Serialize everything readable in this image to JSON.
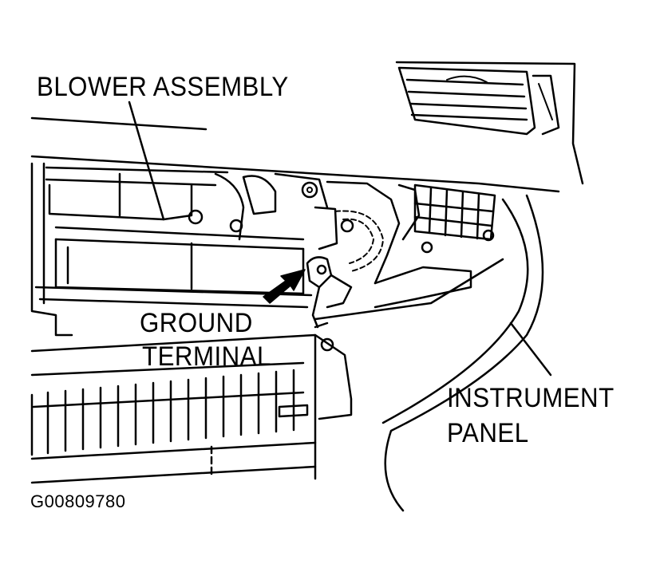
{
  "labels": {
    "blower_assembly": "BLOWER ASSEMBLY",
    "ground_line1": "GROUND",
    "ground_line2": "TERMINAL",
    "instrument_line1": "INSTRUMENT",
    "instrument_line2": "PANEL"
  },
  "figure_code": "G00809780",
  "colors": {
    "ink": "#000000",
    "paper": "#ffffff"
  }
}
